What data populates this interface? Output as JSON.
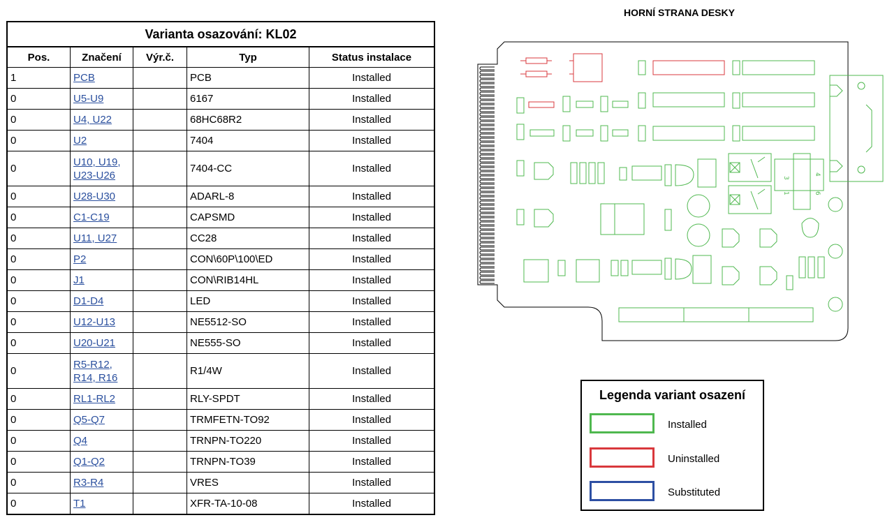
{
  "bom": {
    "title": "Varianta osazování: KL02",
    "headers": [
      "Pos.",
      "Značení",
      "Výr.č.",
      "Typ",
      "Status instalace"
    ],
    "rows": [
      {
        "pos": "1",
        "ref": "PCB",
        "typ": "PCB",
        "status": "Installed"
      },
      {
        "pos": "0",
        "ref": "U5-U9",
        "typ": "6167",
        "status": "Installed"
      },
      {
        "pos": "0",
        "ref": "U4, U22",
        "typ": "68HC68R2",
        "status": "Installed"
      },
      {
        "pos": "0",
        "ref": "U2",
        "typ": "7404",
        "status": "Installed"
      },
      {
        "pos": "0",
        "ref": "U10, U19, U23-U26",
        "typ": "7404-CC",
        "status": "Installed"
      },
      {
        "pos": "0",
        "ref": "U28-U30",
        "typ": "ADARL-8",
        "status": "Installed"
      },
      {
        "pos": "0",
        "ref": "C1-C19",
        "typ": "CAPSMD",
        "status": "Installed"
      },
      {
        "pos": "0",
        "ref": "U11, U27",
        "typ": "CC28",
        "status": "Installed"
      },
      {
        "pos": "0",
        "ref": "P2",
        "typ": "CON\\60P\\100\\ED",
        "status": "Installed"
      },
      {
        "pos": "0",
        "ref": "J1",
        "typ": "CON\\RIB14HL",
        "status": "Installed"
      },
      {
        "pos": "0",
        "ref": "D1-D4",
        "typ": "LED",
        "status": "Installed"
      },
      {
        "pos": "0",
        "ref": "U12-U13",
        "typ": "NE5512-SO",
        "status": "Installed"
      },
      {
        "pos": "0",
        "ref": "U20-U21",
        "typ": "NE555-SO",
        "status": "Installed"
      },
      {
        "pos": "0",
        "ref": "R5-R12, R14, R16",
        "typ": "R1/4W",
        "status": "Installed"
      },
      {
        "pos": "0",
        "ref": "RL1-RL2",
        "typ": "RLY-SPDT",
        "status": "Installed"
      },
      {
        "pos": "0",
        "ref": "Q5-Q7",
        "typ": "TRMFETN-TO92",
        "status": "Installed"
      },
      {
        "pos": "0",
        "ref": "Q4",
        "typ": "TRNPN-TO220",
        "status": "Installed"
      },
      {
        "pos": "0",
        "ref": "Q1-Q2",
        "typ": "TRNPN-TO39",
        "status": "Installed"
      },
      {
        "pos": "0",
        "ref": "R3-R4",
        "typ": "VRES",
        "status": "Installed"
      },
      {
        "pos": "0",
        "ref": "T1",
        "typ": "XFR-TA-10-08",
        "status": "Installed"
      }
    ]
  },
  "board": {
    "title": "HORNÍ STRANA DESKY",
    "relay_pins": [
      "3",
      "4",
      "1",
      "6"
    ]
  },
  "legend": {
    "title": "Legenda variant osazení",
    "items": [
      {
        "label": "Installed",
        "color": "#4fb84f"
      },
      {
        "label": "Uninstalled",
        "color": "#d9383c"
      },
      {
        "label": "Substituted",
        "color": "#2d4fa3"
      }
    ]
  },
  "colors": {
    "installed": "#4fb84f",
    "uninstalled": "#d9383c",
    "board_outline": "#000000",
    "link": "#2a4f9e"
  }
}
